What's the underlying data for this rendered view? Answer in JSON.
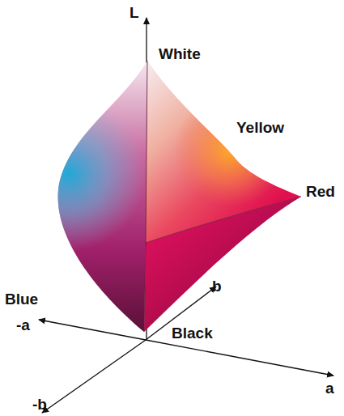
{
  "diagram": {
    "labels": [
      "L",
      "White",
      "Yellow",
      "Red",
      "b",
      "Blue",
      "-a",
      "Black",
      "a",
      "-b"
    ]
  }
}
